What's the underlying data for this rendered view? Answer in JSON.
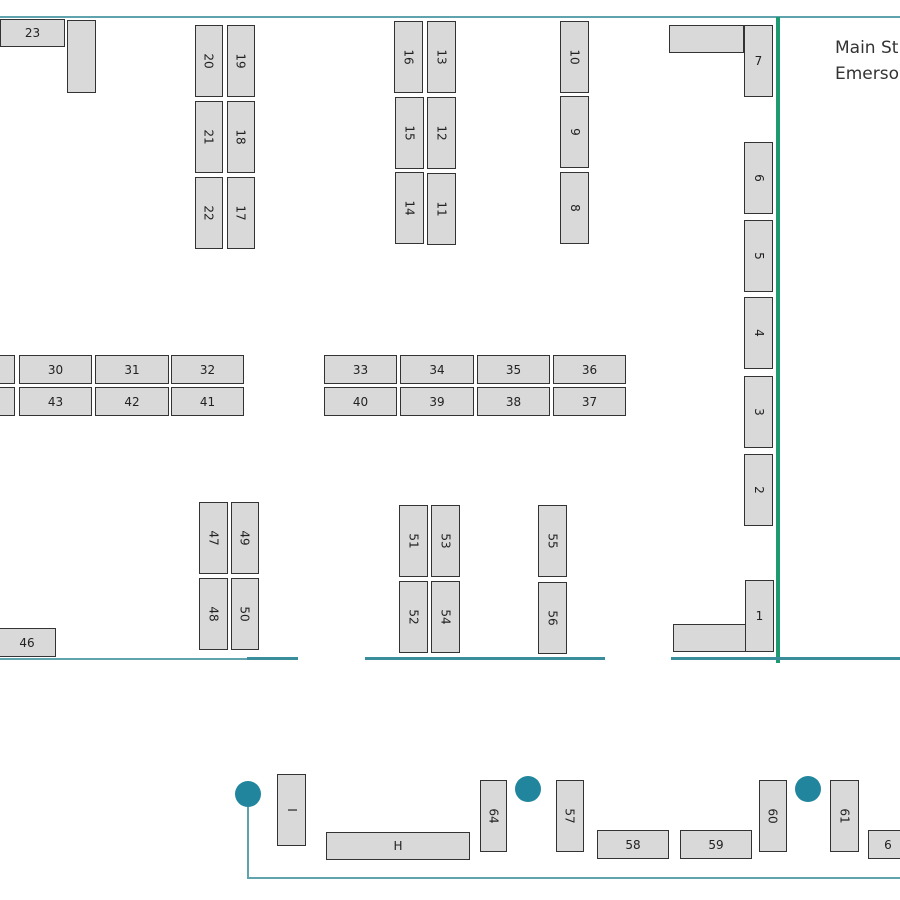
{
  "street_label": {
    "line1": "Main St",
    "line2": "Emerso"
  },
  "booths": {
    "b1": "1",
    "b2": "2",
    "b3": "3",
    "b4": "4",
    "b5": "5",
    "b6": "6",
    "b7": "7",
    "b8": "8",
    "b9": "9",
    "b10": "10",
    "b11": "11",
    "b12": "12",
    "b13": "13",
    "b14": "14",
    "b15": "15",
    "b16": "16",
    "b17": "17",
    "b18": "18",
    "b19": "19",
    "b20": "20",
    "b21": "21",
    "b22": "22",
    "b23": "23",
    "b30": "30",
    "b31": "31",
    "b32": "32",
    "b33": "33",
    "b34": "34",
    "b35": "35",
    "b36": "36",
    "b37": "37",
    "b38": "38",
    "b39": "39",
    "b40": "40",
    "b41": "41",
    "b42": "42",
    "b43": "43",
    "b46": "46",
    "b47": "47",
    "b48": "48",
    "b49": "49",
    "b50": "50",
    "b51": "51",
    "b52": "52",
    "b53": "53",
    "b54": "54",
    "b55": "55",
    "b56": "56",
    "b57": "57",
    "b58": "58",
    "b59": "59",
    "b60": "60",
    "b61": "61",
    "b62": "6",
    "b64": "64",
    "bH": "H",
    "bI": "I"
  },
  "colors": {
    "wall": "#5fa3ad",
    "divider": "#1e9a72",
    "marker": "#21869d",
    "booth_fill": "#d9d9d9"
  }
}
